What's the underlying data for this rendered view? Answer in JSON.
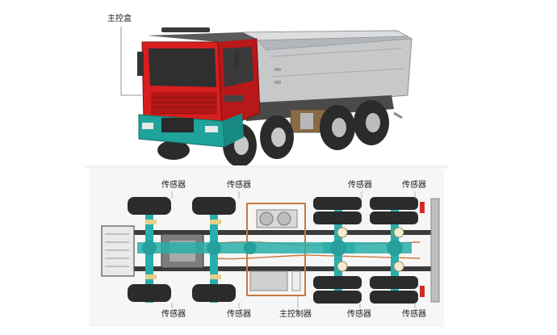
{
  "truck_view": {
    "callout_label": "主控盒"
  },
  "chassis_view": {
    "top_labels": [
      "传感器",
      "传感器",
      "传感器",
      "传感器"
    ],
    "bottom_labels": [
      "传感器",
      "传感器",
      "主控制器",
      "传感器",
      "传感器"
    ]
  },
  "colors": {
    "cab_red": "#d81e1e",
    "bumper_teal": "#1fa39a",
    "dump_body_gray": "#c9cbcd",
    "axle_teal": "#2aaeaa",
    "frame_dark": "#3a3a3a",
    "copper_line": "#c77a3f",
    "background": "#ffffff"
  }
}
